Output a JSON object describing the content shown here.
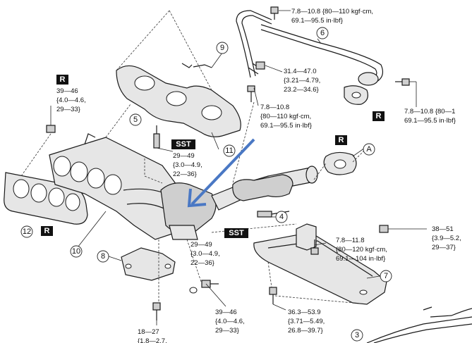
{
  "callouts": [
    "3",
    "4",
    "6",
    "7",
    "8",
    "9",
    "10",
    "11",
    "12",
    "A",
    "5"
  ],
  "badges": {
    "r": "R",
    "sst": "SST"
  },
  "specs": {
    "top_bolt": [
      "7.8—10.8 {80—110 kgf·cm,",
      "69.1—95.5 in·lbf}"
    ],
    "pipe_nut": [
      "31.4—47.0",
      "{3.21—4.79,",
      "23.2—34.6}"
    ],
    "heat_insulator": [
      "7.8—10.8",
      "{80—110 kgf·cm,",
      "69.1—95.5 in·lbf}"
    ],
    "right_bolt": [
      "7.8—10.8 {80—1",
      "69.1—95.5 in·lbf}"
    ],
    "left_nut": [
      "39—46",
      "{4.0—4.6,",
      "29—33}"
    ],
    "sensor_5": [
      "29—49",
      "{3.0—4.9,",
      "22—36}"
    ],
    "sensor_4": [
      "29—49",
      "{3.0—4.9,",
      "22—36}"
    ],
    "bracket_bolt": [
      "7.8—11.8",
      "{80—120 kgf·cm,",
      "69.1—104 in·lbf}"
    ],
    "right_nut": [
      "38—51",
      "{3.9—5.2,",
      "29—37}"
    ],
    "lower_bolt": [
      "39—46",
      "{4.0—4.6,",
      "29—33}"
    ],
    "cover_bolt": [
      "36.3—53.9",
      "{3.71—5.49,",
      "26.8—39.7}"
    ],
    "bottom_bolt": [
      "18—27",
      "{1.8—2.7,"
    ]
  },
  "colors": {
    "arrow": "#4a78c4",
    "line": "#1a1a1a",
    "badge": "#111111"
  }
}
